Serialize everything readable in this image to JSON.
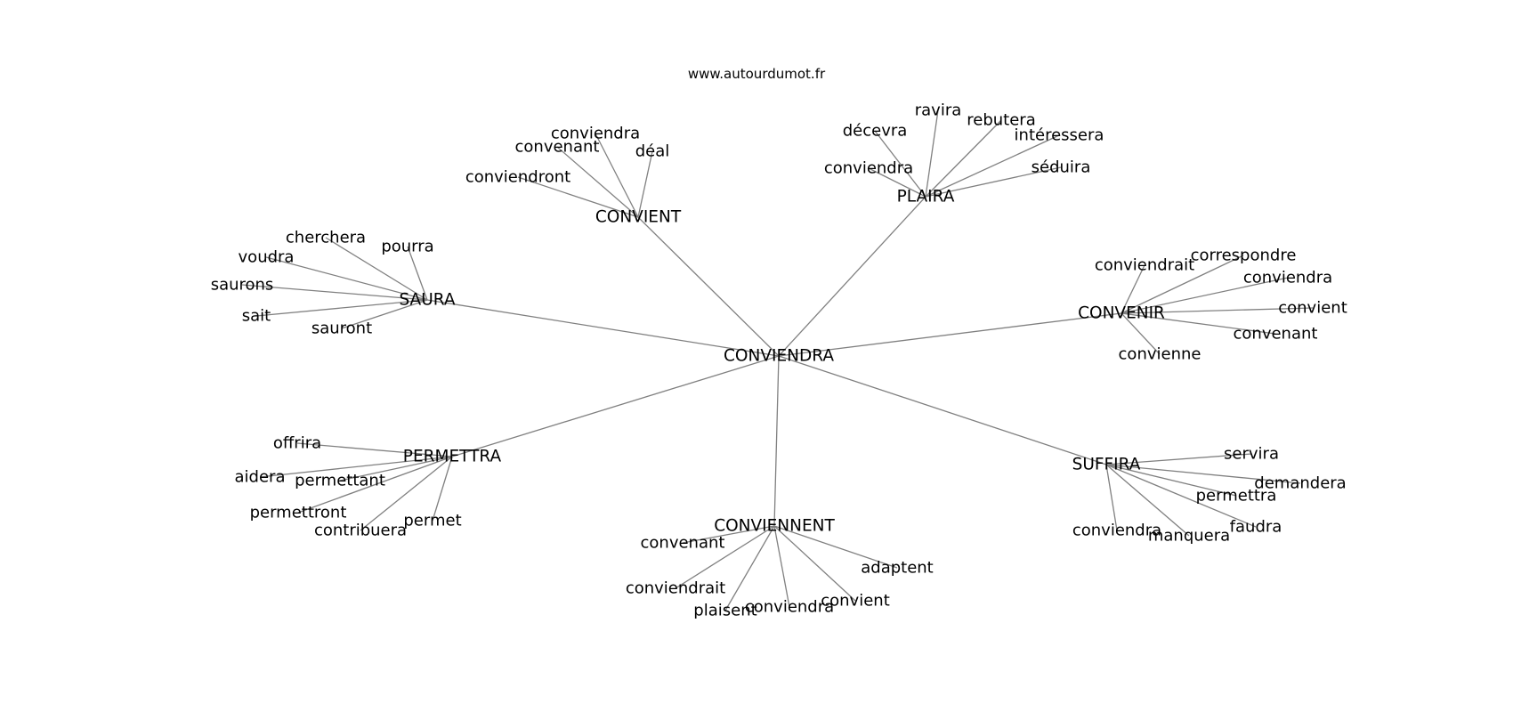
{
  "site": "www.autourdumot.fr",
  "center": {
    "id": "center",
    "label": "CONVIENDRA"
  },
  "hubs": [
    {
      "id": "saura",
      "label": "SAURA",
      "leaves": [
        "cherchera",
        "pourra",
        "voudra",
        "saurons",
        "sait",
        "sauront"
      ]
    },
    {
      "id": "convient",
      "label": "CONVIENT",
      "leaves": [
        "conviendra",
        "convenant",
        "déal",
        "conviendront"
      ]
    },
    {
      "id": "plaira",
      "label": "PLAIRA",
      "leaves": [
        "ravira",
        "rebutera",
        "décevra",
        "intéressera",
        "conviendra",
        "séduira"
      ]
    },
    {
      "id": "convenir",
      "label": "CONVENIR",
      "leaves": [
        "conviendrait",
        "correspondre",
        "conviendra",
        "convient",
        "convenant",
        "convienne"
      ]
    },
    {
      "id": "suffira",
      "label": "SUFFIRA",
      "leaves": [
        "servira",
        "demandera",
        "permettra",
        "faudra",
        "manquera",
        "conviendra"
      ]
    },
    {
      "id": "conviennent",
      "label": "CONVIENNENT",
      "leaves": [
        "convenant",
        "adaptent",
        "conviendrait",
        "convient",
        "plaisent",
        "conviendra"
      ]
    },
    {
      "id": "permettra",
      "label": "PERMETTRA",
      "leaves": [
        "offrira",
        "aidera",
        "permettant",
        "permettront",
        "contribuera",
        "permet"
      ]
    }
  ]
}
